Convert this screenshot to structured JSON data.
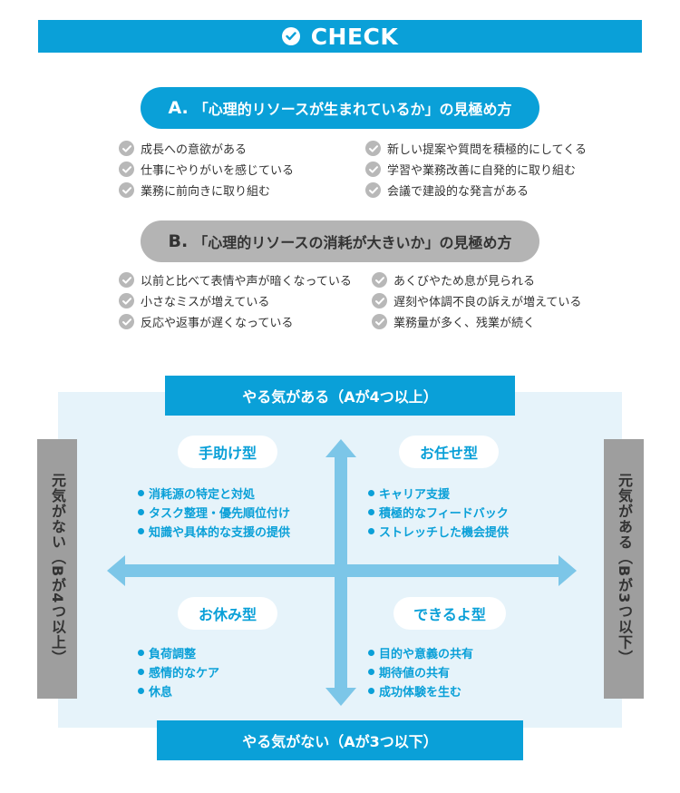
{
  "header": {
    "title": "CHECK",
    "icon": "check-circle-icon"
  },
  "section_a": {
    "letter": "A.",
    "title": "「心理的リソースが生まれているか」の見極め方",
    "items_left": [
      "成長への意欲がある",
      "仕事にやりがいを感じている",
      "業務に前向きに取り組む"
    ],
    "items_right": [
      "新しい提案や質問を積極的にしてくる",
      "学習や業務改善に自発的に取り組む",
      "会議で建設的な発言がある"
    ]
  },
  "section_b": {
    "letter": "B.",
    "title": "「心理的リソースの消耗が大きいか」の見極め方",
    "items_left": [
      "以前と比べて表情や声が暗くなっている",
      "小さなミスが増えている",
      "反応や返事が遅くなっている"
    ],
    "items_right": [
      "あくびやため息が見られる",
      "遅刻や体調不良の訴えが増えている",
      "業務量が多く、残業が続く"
    ]
  },
  "matrix": {
    "top_label": "やる気がある（Aが4つ以上）",
    "bottom_label": "やる気がない（Aが3つ以下）",
    "left_label": "元気がない（Bが4つ以上）",
    "right_label": "元気がある（Bが3つ以下）",
    "quadrants": {
      "top_left": {
        "name": "手助け型",
        "items": [
          "消耗源の特定と対処",
          "タスク整理・優先順位付け",
          "知識や具体的な支援の提供"
        ]
      },
      "top_right": {
        "name": "お任せ型",
        "items": [
          "キャリア支援",
          "積極的なフィードバック",
          "ストレッチした機会提供"
        ]
      },
      "bottom_left": {
        "name": "お休み型",
        "items": [
          "負荷調整",
          "感情的なケア",
          "休息"
        ]
      },
      "bottom_right": {
        "name": "できるよ型",
        "items": [
          "目的や意義の共有",
          "期待値の共有",
          "成功体験を生む"
        ]
      }
    }
  },
  "colors": {
    "accent": "#0aa0d8",
    "gray_pill": "#b4b4b4",
    "side_gray": "#9e9e9e",
    "quad_bg": "#e6f3fa",
    "arrow": "#7cc6e8"
  }
}
